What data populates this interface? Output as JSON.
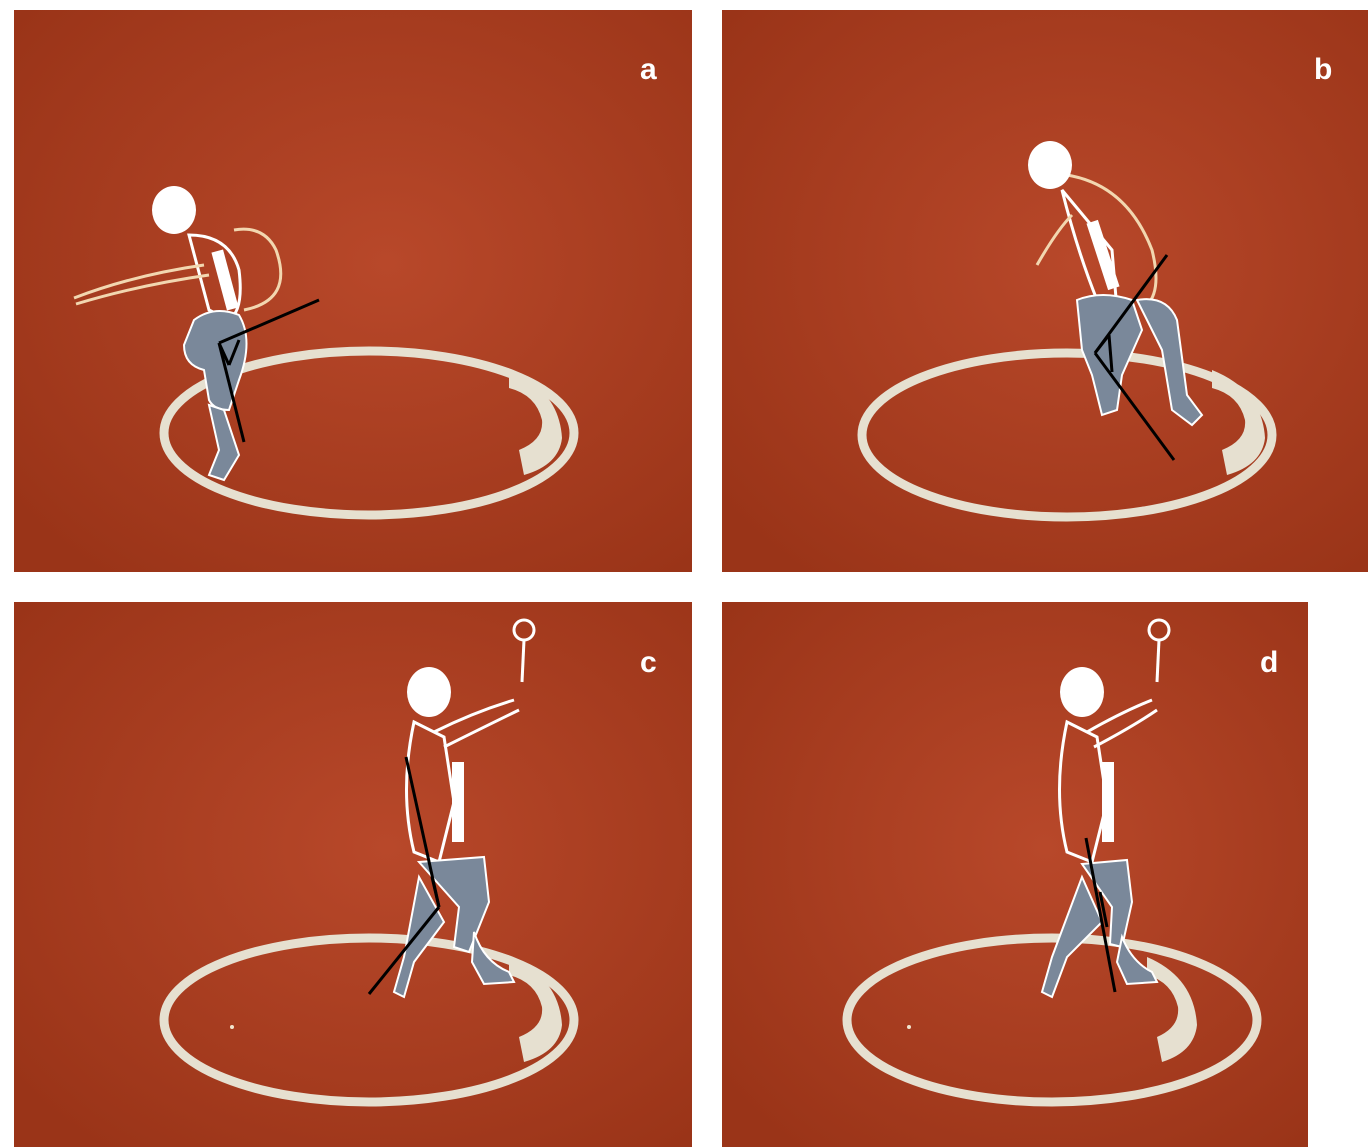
{
  "panels": [
    {
      "id": "a",
      "label": "a"
    },
    {
      "id": "b",
      "label": "b"
    },
    {
      "id": "c",
      "label": "c"
    },
    {
      "id": "d",
      "label": "d"
    }
  ],
  "colors": {
    "background": "#a83a1e",
    "background_light": "#b8482a",
    "circle": "#e6e0d0",
    "body_outline": "#ffffff",
    "shirt_outline": "#f2d7b0",
    "legs": "#7a889a",
    "angle_lines": "#000000",
    "label": "#ffffff"
  }
}
